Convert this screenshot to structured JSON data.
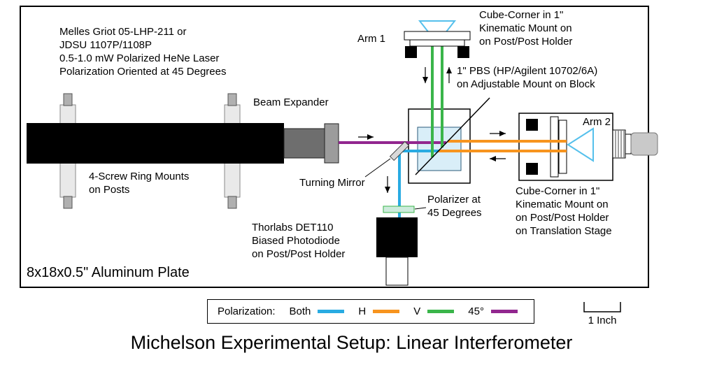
{
  "title": "Michelson Experimental Setup: Linear Interferometer",
  "plate_label": "8x18x0.5\" Aluminum Plate",
  "labels": {
    "laser_info": "Melles Griot 05-LHP-211 or\nJDSU 1107P/1108P\n0.5-1.0 mW Polarized HeNe Laser\nPolarization Oriented at 45 Degrees",
    "beam_expander": "Beam Expander",
    "ring_mounts": "4-Screw Ring Mounts\non Posts",
    "arm1": "Arm 1",
    "arm2": "Arm 2",
    "cube_corner_top": "Cube-Corner in 1\"\nKinematic Mount on\non Post/Post Holder",
    "pbs": "1\" PBS (HP/Agilent 10702/6A)\non Adjustable Mount on Block",
    "turning_mirror": "Turning Mirror",
    "polarizer": "Polarizer at\n45 Degrees",
    "photodiode": "Thorlabs DET110\nBiased Photodiode\non Post/Post Holder",
    "cube_corner_right": "Cube-Corner in 1\"\nKinematic Mount on\non Post/Post Holder\non Translation Stage"
  },
  "legend": {
    "title": "Polarization:",
    "items": [
      {
        "label": "Both",
        "color": "#29ABE2"
      },
      {
        "label": "H",
        "color": "#F7941E"
      },
      {
        "label": "V",
        "color": "#3AB54A"
      },
      {
        "label": "45°",
        "color": "#92278F"
      }
    ]
  },
  "scale_label": "1 Inch",
  "colors": {
    "beam_both": "#29ABE2",
    "beam_h": "#F7941E",
    "beam_v": "#3AB54A",
    "beam_45": "#92278F",
    "pbs_fill": "#D9EEF8",
    "cube_corner_outline": "#55C0EC",
    "polarizer_fill": "#CDEBDC",
    "polarizer_outline": "#3AB54A"
  }
}
